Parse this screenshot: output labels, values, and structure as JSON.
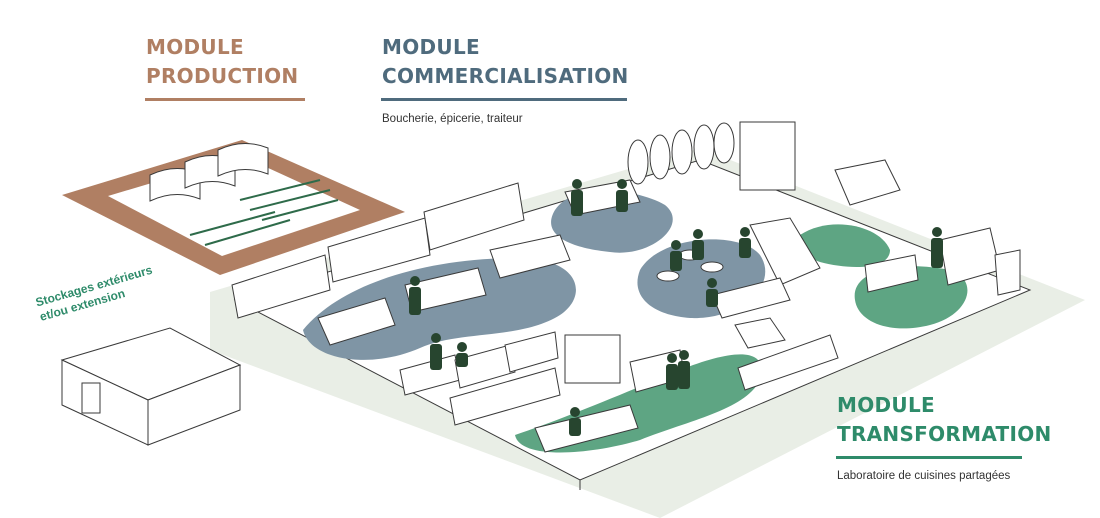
{
  "modules": {
    "production": {
      "title_line1": "MODULE",
      "title_line2": "PRODUCTION"
    },
    "commercialisation": {
      "title_line1": "MODULE",
      "title_line2": "COMMERCIALISATION",
      "subtitle": "Boucherie, épicerie, traiteur"
    },
    "transformation": {
      "title_line1": "MODULE",
      "title_line2": "TRANSFORMATION",
      "subtitle": "Laboratoire de cuisines partagées"
    }
  },
  "storage": {
    "line1": "Stockages extérieurs",
    "line2": "et/ou extension"
  },
  "colors": {
    "production": "#b07f63",
    "commercialisation": "#4f6b7d",
    "commercialisation_zone": "#7f95a5",
    "transformation": "#2e8b6a",
    "transformation_zone": "#5ea583",
    "floor": "#e9eee6",
    "figure": "#27452f",
    "outline": "#3a3a3a"
  }
}
